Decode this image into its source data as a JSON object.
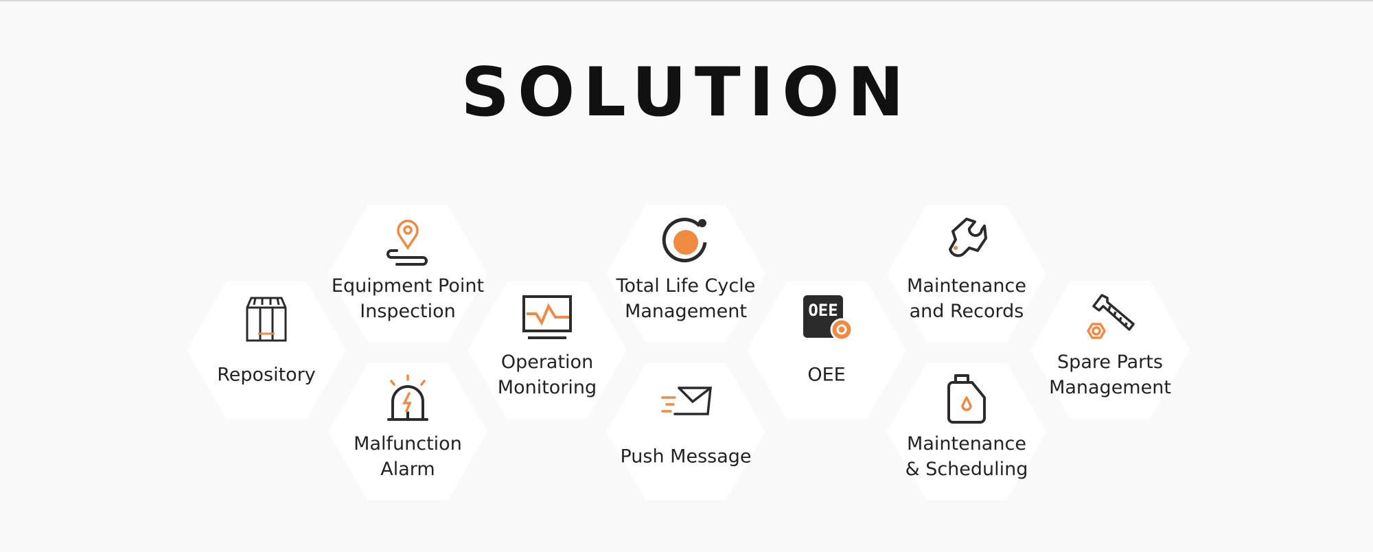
{
  "title": "SOLUTION",
  "colors": {
    "accent": "#f08a42",
    "dark": "#2b2b2b",
    "background": "#f9f9f9",
    "hex": "#ffffff"
  },
  "items": [
    {
      "id": "repository",
      "lines": [
        "Repository"
      ],
      "icon": "warehouse-icon"
    },
    {
      "id": "equipment-point-inspection",
      "lines": [
        "Equipment Point",
        "Inspection"
      ],
      "icon": "location-pin-icon"
    },
    {
      "id": "malfunction-alarm",
      "lines": [
        "Malfunction",
        "Alarm"
      ],
      "icon": "alarm-siren-icon"
    },
    {
      "id": "operation-monitoring",
      "lines": [
        "Operation",
        "Monitoring"
      ],
      "icon": "monitor-chart-icon"
    },
    {
      "id": "total-life-cycle-management",
      "lines": [
        "Total Life Cycle",
        "Management"
      ],
      "icon": "lifecycle-orbit-icon"
    },
    {
      "id": "push-message",
      "lines": [
        "Push Message"
      ],
      "icon": "envelope-icon"
    },
    {
      "id": "oee",
      "lines": [
        "OEE"
      ],
      "icon": "oee-gear-icon",
      "icon_text": "OEE"
    },
    {
      "id": "maintenance-and-records",
      "lines": [
        "Maintenance",
        "and Records"
      ],
      "icon": "wrench-icon"
    },
    {
      "id": "maintenance-scheduling",
      "lines": [
        "Maintenance",
        "& Scheduling"
      ],
      "icon": "oil-can-icon"
    },
    {
      "id": "spare-parts-management",
      "lines": [
        "Spare Parts",
        "Management"
      ],
      "icon": "bolt-nut-icon"
    }
  ]
}
